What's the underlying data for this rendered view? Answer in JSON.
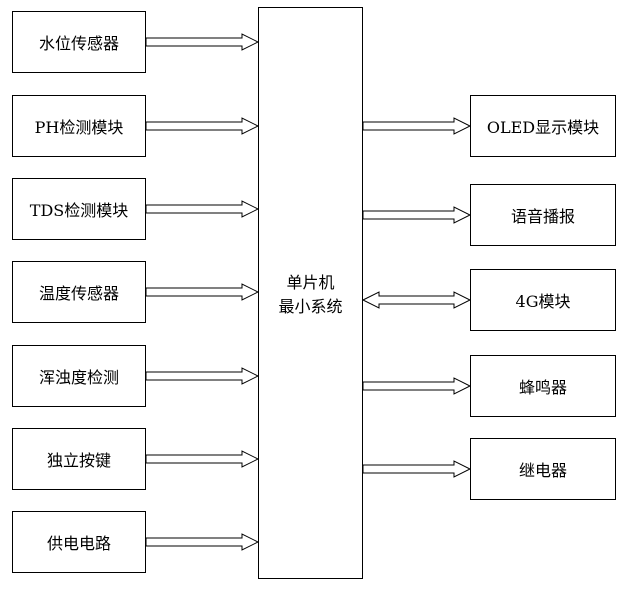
{
  "inputs": [
    {
      "label": "水位传感器"
    },
    {
      "label": "PH检测模块"
    },
    {
      "label": "TDS检测模块"
    },
    {
      "label": "温度传感器"
    },
    {
      "label": "浑浊度检测"
    },
    {
      "label": "独立按键"
    },
    {
      "label": "供电电路"
    }
  ],
  "center": {
    "line1": "单片机",
    "line2": "最小系统"
  },
  "outputs": [
    {
      "label": "OLED显示模块",
      "direction": "out"
    },
    {
      "label": "语音播报",
      "direction": "out"
    },
    {
      "label": "4G模块",
      "direction": "both"
    },
    {
      "label": "蜂鸣器",
      "direction": "out"
    },
    {
      "label": "继电器",
      "direction": "out"
    }
  ]
}
